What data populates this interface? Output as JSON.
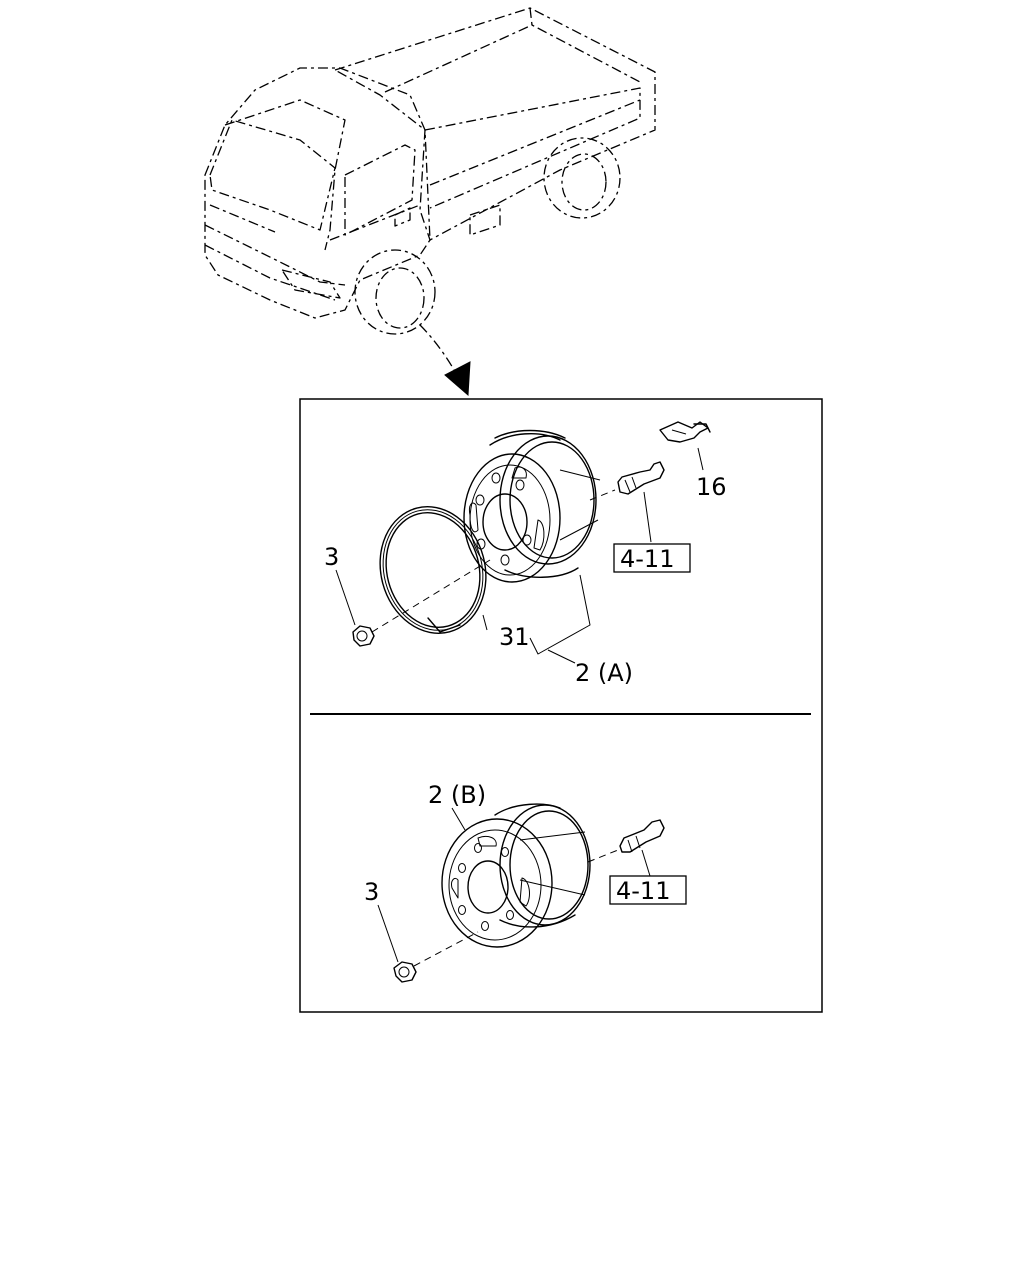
{
  "callouts": {
    "nut_top": "3",
    "ring": "31",
    "wheel_a": "2 (A)",
    "ref_top": "4-11",
    "clip": "16",
    "wheel_b": "2 (B)",
    "nut_bottom": "3",
    "ref_bottom": "4-11"
  }
}
